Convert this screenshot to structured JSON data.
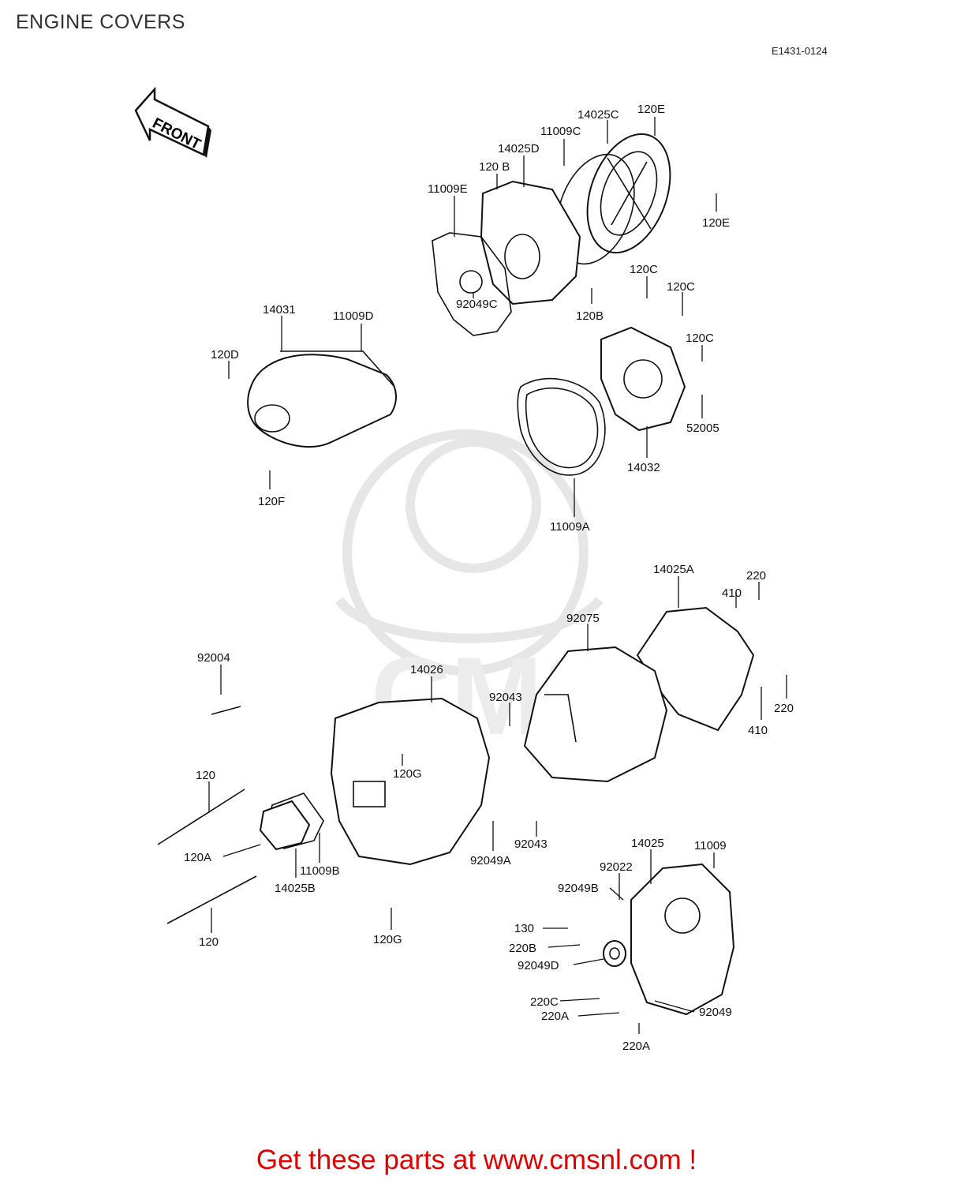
{
  "header": {
    "title": "ENGINE COVERS",
    "diagram_code": "E1431-0124"
  },
  "front_label": "FRONT",
  "watermark_text": "CMS",
  "callouts": [
    {
      "id": "l1",
      "text": "14025C"
    },
    {
      "id": "l2",
      "text": "120E"
    },
    {
      "id": "l3",
      "text": "11009C"
    },
    {
      "id": "l4",
      "text": "14025D"
    },
    {
      "id": "l5",
      "text": "120 B"
    },
    {
      "id": "l6",
      "text": "11009E"
    },
    {
      "id": "l7",
      "text": "120E"
    },
    {
      "id": "l8",
      "text": "92049C"
    },
    {
      "id": "l9",
      "text": "120C"
    },
    {
      "id": "l10",
      "text": "120C"
    },
    {
      "id": "l11",
      "text": "120B"
    },
    {
      "id": "l12",
      "text": "120C"
    },
    {
      "id": "l13",
      "text": "14031"
    },
    {
      "id": "l14",
      "text": "11009D"
    },
    {
      "id": "l15",
      "text": "120D"
    },
    {
      "id": "l16",
      "text": "52005"
    },
    {
      "id": "l17",
      "text": "14032"
    },
    {
      "id": "l18",
      "text": "120F"
    },
    {
      "id": "l19",
      "text": "11009A"
    },
    {
      "id": "l20",
      "text": "14025A"
    },
    {
      "id": "l21",
      "text": "220"
    },
    {
      "id": "l22",
      "text": "410"
    },
    {
      "id": "l23",
      "text": "92075"
    },
    {
      "id": "l24",
      "text": "92004"
    },
    {
      "id": "l25",
      "text": "14026"
    },
    {
      "id": "l26",
      "text": "92043"
    },
    {
      "id": "l27",
      "text": "220"
    },
    {
      "id": "l28",
      "text": "410"
    },
    {
      "id": "l29",
      "text": "120G"
    },
    {
      "id": "l30",
      "text": "120"
    },
    {
      "id": "l31",
      "text": "92043"
    },
    {
      "id": "l32",
      "text": "92049A"
    },
    {
      "id": "l33",
      "text": "120A"
    },
    {
      "id": "l34",
      "text": "11009B"
    },
    {
      "id": "l35",
      "text": "14025B"
    },
    {
      "id": "l36",
      "text": "14025"
    },
    {
      "id": "l37",
      "text": "11009"
    },
    {
      "id": "l38",
      "text": "92022"
    },
    {
      "id": "l39",
      "text": "92049B"
    },
    {
      "id": "l40",
      "text": "130"
    },
    {
      "id": "l41",
      "text": "120G"
    },
    {
      "id": "l42",
      "text": "220B"
    },
    {
      "id": "l43",
      "text": "120"
    },
    {
      "id": "l44",
      "text": "92049D"
    },
    {
      "id": "l45",
      "text": "220C"
    },
    {
      "id": "l46",
      "text": "220A"
    },
    {
      "id": "l47",
      "text": "92049"
    },
    {
      "id": "l48",
      "text": "220A"
    }
  ],
  "footer": {
    "text": "Get these parts at www.cmsnl.com !"
  }
}
